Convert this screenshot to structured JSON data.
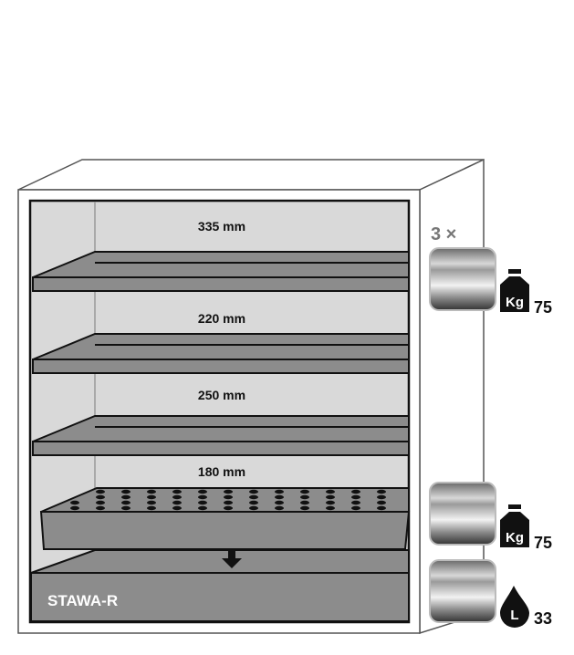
{
  "cabinet": {
    "compartments": [
      {
        "height_label": "335 mm"
      },
      {
        "height_label": "220 mm"
      },
      {
        "height_label": "250 mm"
      },
      {
        "height_label": "180 mm"
      }
    ],
    "sump_label": "STAWA-R"
  },
  "legend": {
    "shelf_count": "3 ×",
    "shelf_load": {
      "icon": "weight-kg-icon",
      "icon_text": "Kg",
      "value": "75"
    },
    "tray_load": {
      "icon": "weight-kg-icon",
      "icon_text": "Kg",
      "value": "75"
    },
    "sump_volume": {
      "icon": "drop-litre-icon",
      "icon_text": "L",
      "value": "33"
    }
  },
  "colors": {
    "panel": "#d9d9d9",
    "shelf": "#8c8c8c",
    "outline": "#111111"
  }
}
